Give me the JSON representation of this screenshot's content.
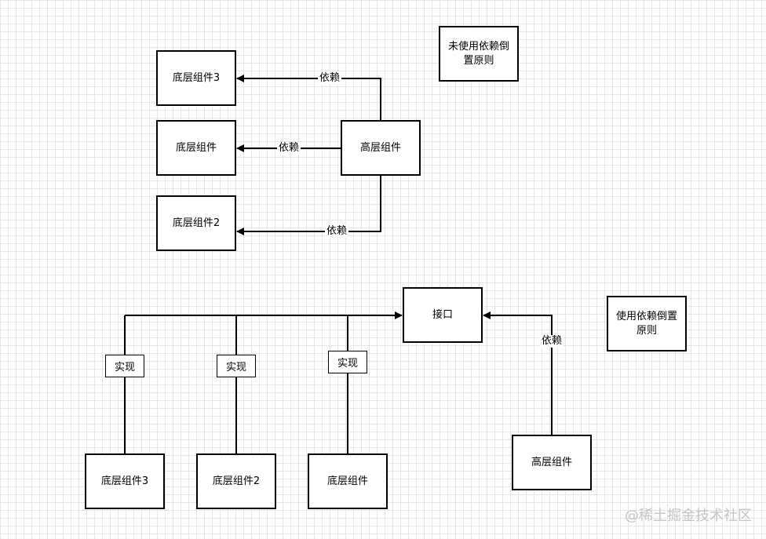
{
  "top": {
    "note": "未使用依赖倒置原则",
    "high_component": "高层组件",
    "low_component_3": "底层组件3",
    "low_component": "底层组件",
    "low_component_2": "底层组件2",
    "edge_label_1": "依赖",
    "edge_label_2": "依赖",
    "edge_label_3": "依赖"
  },
  "bottom": {
    "note": "使用依赖倒置原则",
    "interface": "接口",
    "high_component": "高层组件",
    "low_component_3": "底层组件3",
    "low_component_2": "底层组件2",
    "low_component": "底层组件",
    "implement_1": "实现",
    "implement_2": "实现",
    "implement_3": "实现",
    "depend_label": "依赖"
  },
  "watermark": "@稀土掘金技术社区"
}
